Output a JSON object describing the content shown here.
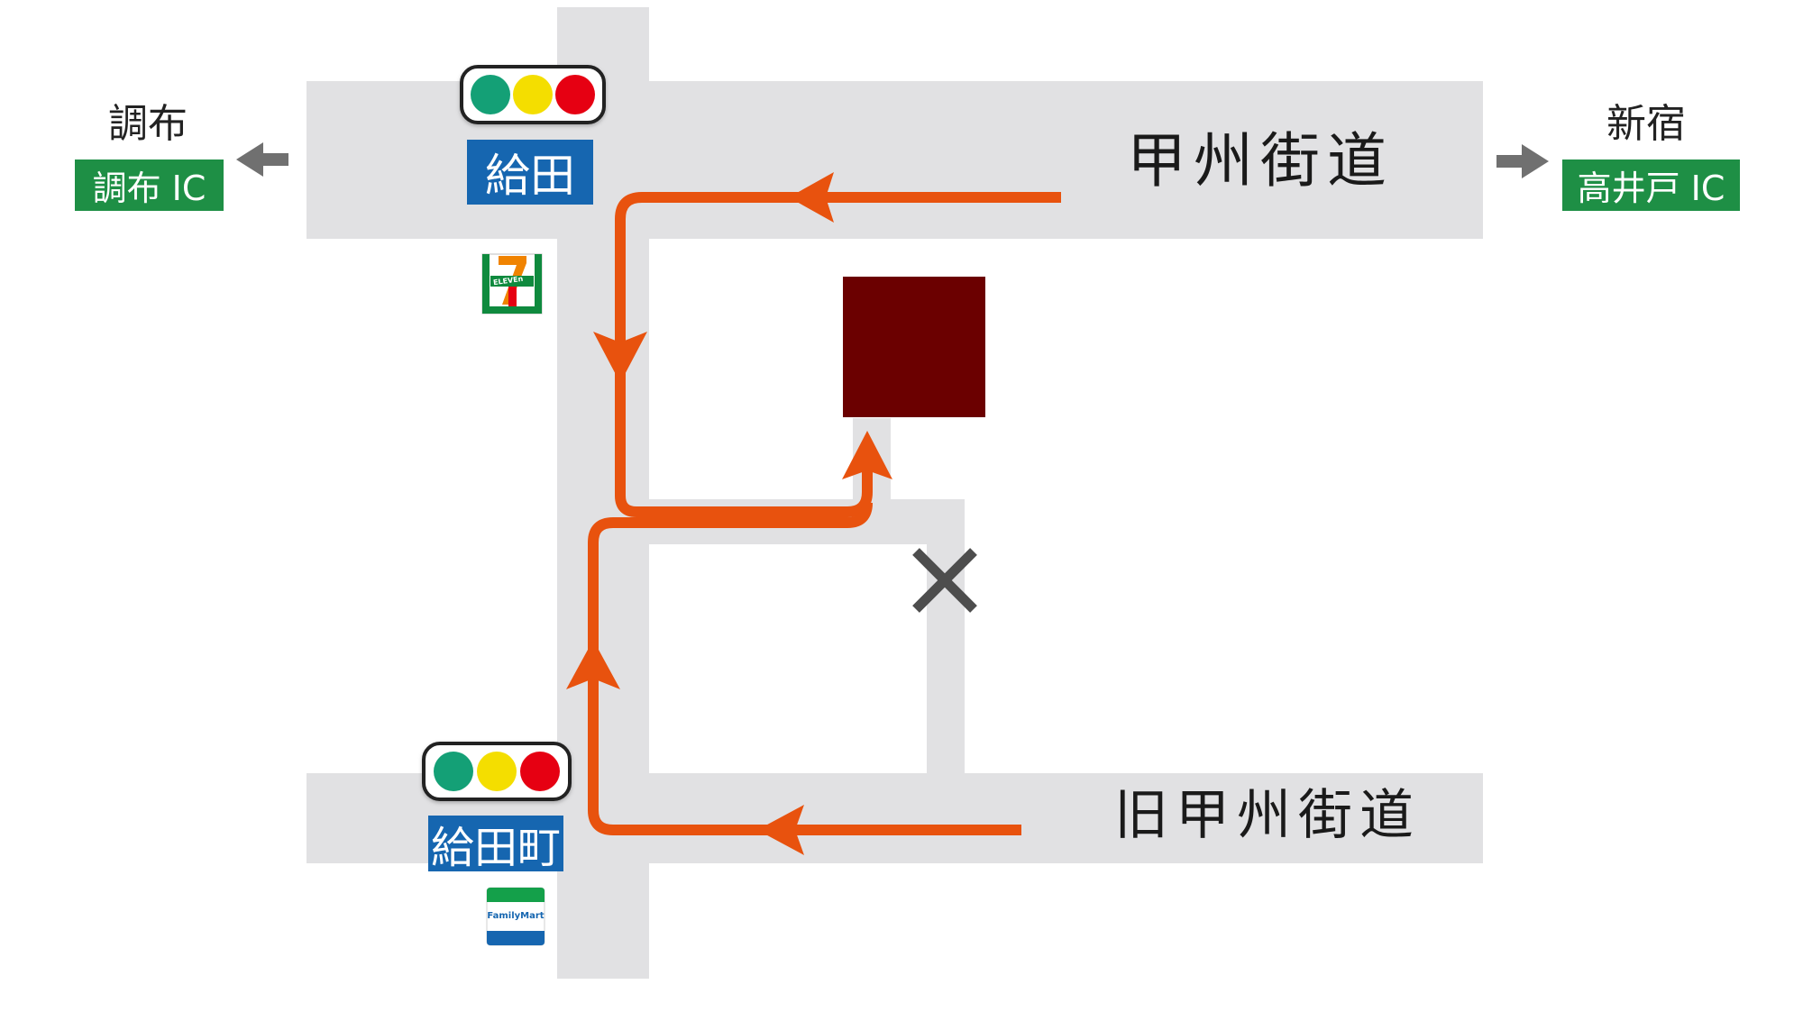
{
  "colors": {
    "road": "#e1e1e3",
    "route": "#e8520e",
    "destination": "#6b0000",
    "ic_sign": "#1e8f45",
    "signal_sign": "#1666b0",
    "no_entry": "#4d4d4d",
    "signal_green": "#14a076",
    "signal_yellow": "#f4de00",
    "signal_red": "#e60012"
  },
  "left_direction": {
    "label": "調布",
    "ic": "調布 IC",
    "arrow_icon": "arrow-left-icon"
  },
  "right_direction": {
    "label": "新宿",
    "ic": "高井戸 IC",
    "arrow_icon": "arrow-right-icon"
  },
  "roads": {
    "north": "甲州街道",
    "south": "旧甲州街道"
  },
  "signals": {
    "north": "給田",
    "south": "給田町"
  },
  "landmarks": {
    "seven_eleven": {
      "icon": "seven-eleven-icon",
      "text": "ELEVEn"
    },
    "familymart": {
      "icon": "familymart-icon",
      "text": "FamilyMart"
    }
  },
  "markers": {
    "destination": "destination-building",
    "no_entry": "no-entry-icon"
  }
}
